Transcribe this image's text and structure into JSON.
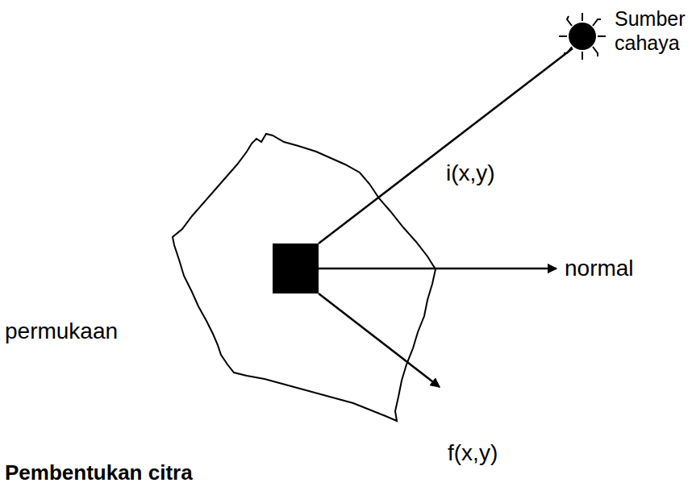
{
  "diagram": {
    "labels": [
      "Sumber cahaya",
      "i(x,y)",
      "normal",
      "permukaan",
      "f(x,y)",
      "Pembentukan citra"
    ]
  }
}
